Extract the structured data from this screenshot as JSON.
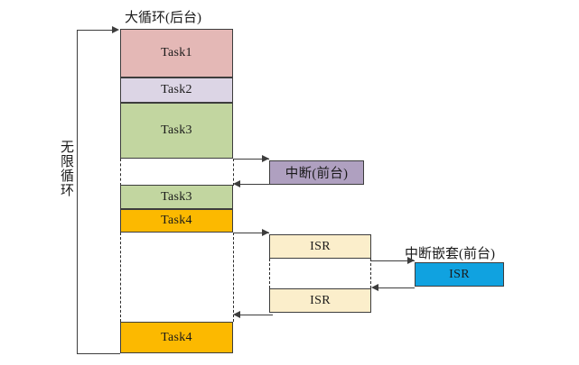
{
  "diagram": {
    "title_main": "大循环(后台)",
    "title_nested": "中断嵌套(前台)",
    "loop_label": "无限循环",
    "tasks": [
      {
        "label": "Task1",
        "color": "#e4b8b6"
      },
      {
        "label": "Task2",
        "color": "#dcd5e5"
      },
      {
        "label": "Task3",
        "color": "#c2d6a0"
      },
      {
        "label": "Task3",
        "color": "#c2d6a0"
      },
      {
        "label": "Task4",
        "color": "#fcb900"
      },
      {
        "label": "Task4",
        "color": "#fcb900"
      }
    ],
    "interrupt": {
      "label": "中断(前台)",
      "color": "#afa0c0"
    },
    "isr_top": {
      "label": "ISR",
      "color": "#fbeecb"
    },
    "isr_bottom": {
      "label": "ISR",
      "color": "#fbeecb"
    },
    "isr_nested": {
      "label": "ISR",
      "color": "#10a2e0"
    },
    "colors": {
      "task1": "#e4b8b6",
      "task2": "#dcd5e5",
      "task3": "#c2d6a0",
      "task4": "#fcb900",
      "interrupt": "#afa0c0",
      "isr": "#fbeecb",
      "isr_nested": "#10a2e0",
      "stroke": "#3d3d3d",
      "text": "#1a1a1a"
    }
  }
}
